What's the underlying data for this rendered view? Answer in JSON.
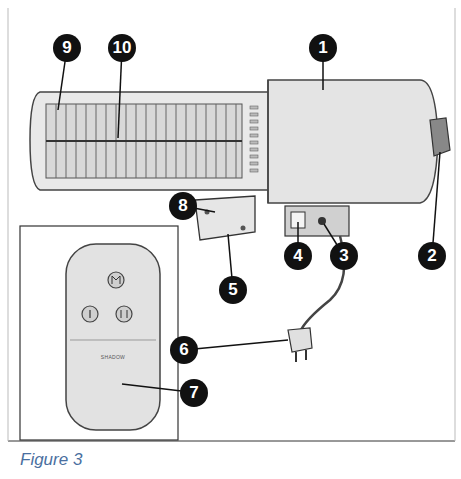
{
  "diagram": {
    "caption": "Figure 3",
    "labels": [
      "9",
      "10",
      "1",
      "8",
      "4",
      "3",
      "2",
      "5",
      "6",
      "SHADOW",
      "7"
    ]
  }
}
